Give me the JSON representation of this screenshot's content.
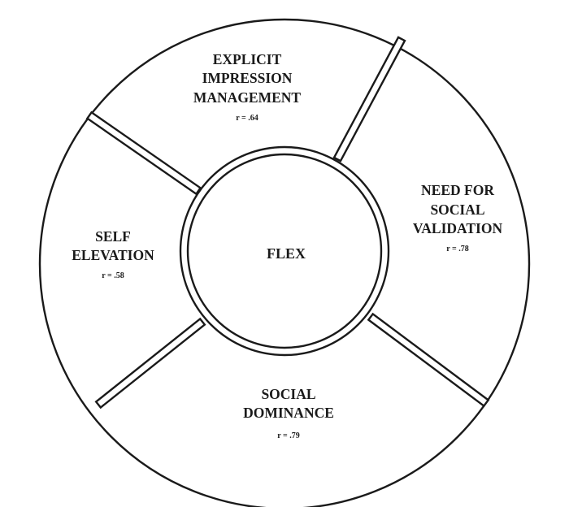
{
  "diagram": {
    "center": {
      "label": "FLEX"
    },
    "segments": [
      {
        "lines": [
          "EXPLICIT",
          "IMPRESSION",
          "MANAGEMENT"
        ],
        "r": "r = .64"
      },
      {
        "lines": [
          "NEED FOR",
          "SOCIAL",
          "VALIDATION"
        ],
        "r": "r = .78"
      },
      {
        "lines": [
          "SOCIAL",
          "DOMINANCE"
        ],
        "r": "r = .79"
      },
      {
        "lines": [
          "SELF",
          "ELEVATION"
        ],
        "r": "r = .58"
      }
    ]
  }
}
